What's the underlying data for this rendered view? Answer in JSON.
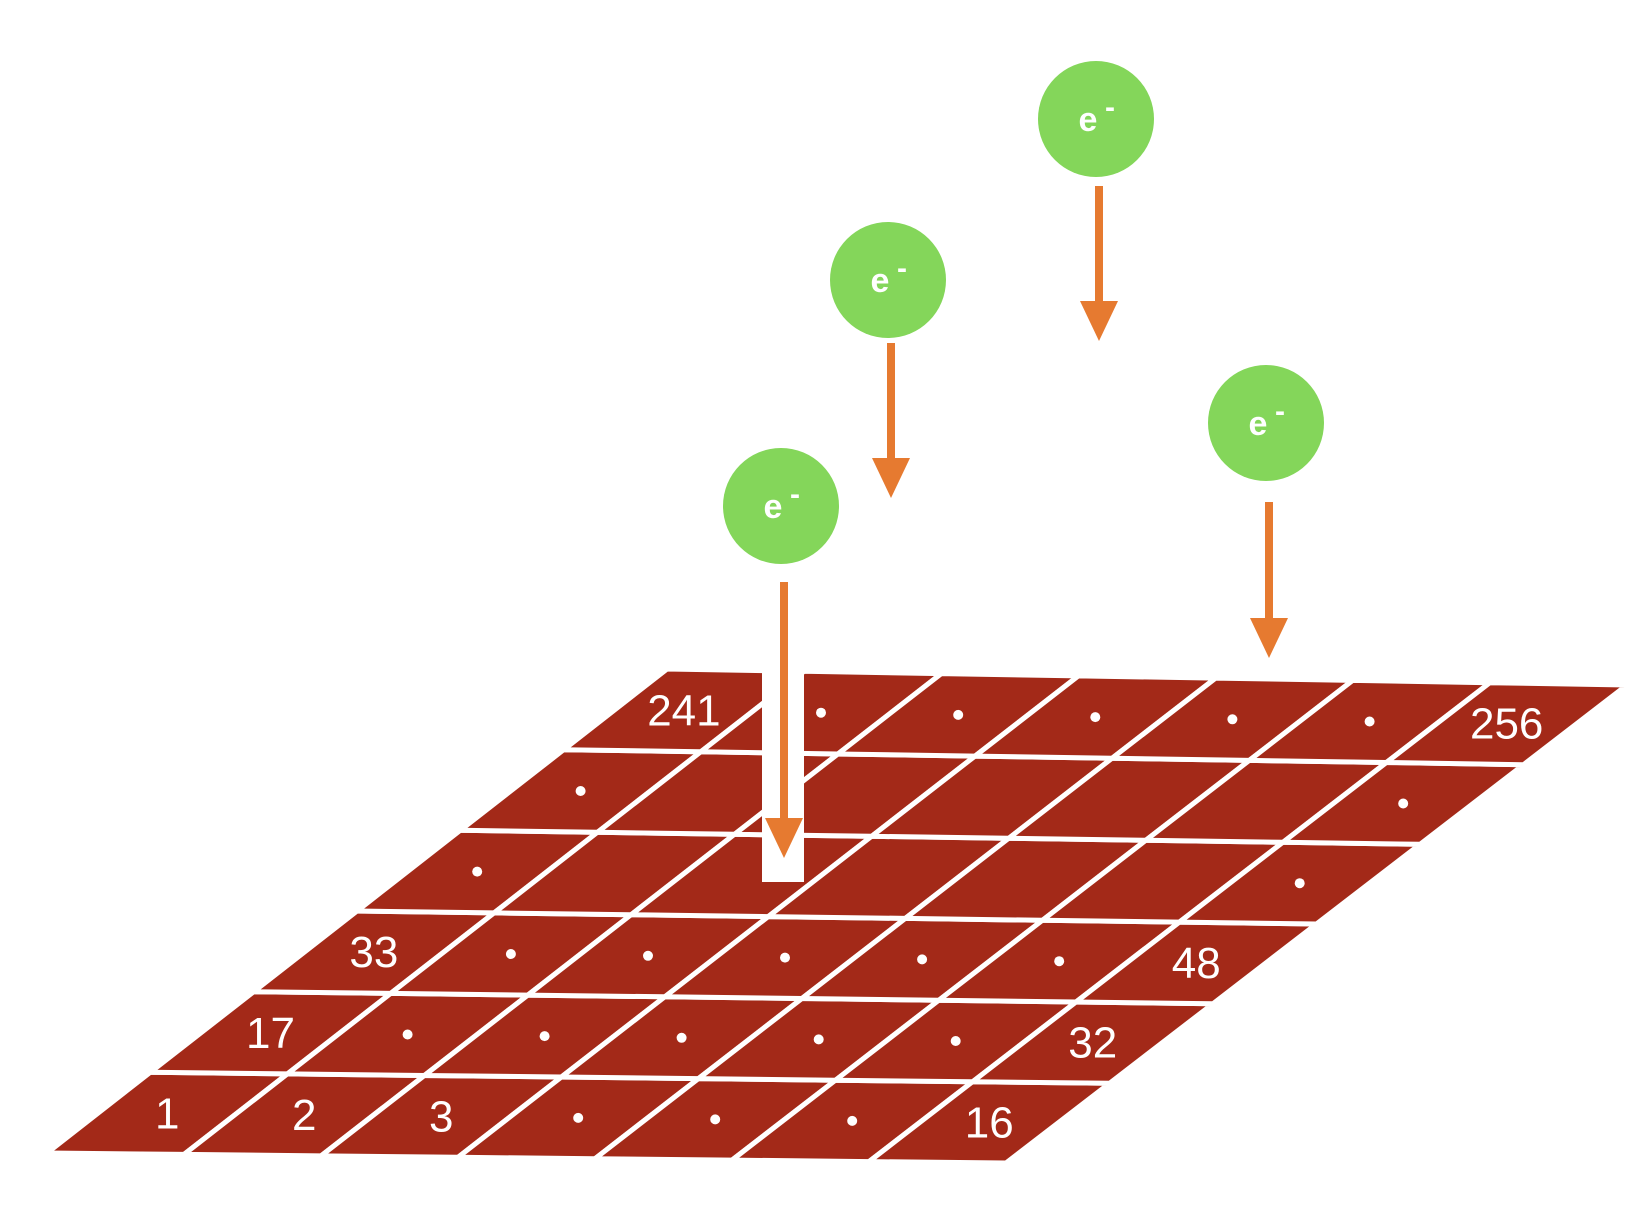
{
  "colors": {
    "grid_fill": "#a32918",
    "grid_lines": "#ffffff",
    "electron_fill": "#84d65a",
    "arrow": "#e67a30",
    "text": "#ffffff"
  },
  "grid": {
    "rows": 6,
    "cols": 7,
    "labeled_cells": [
      {
        "row": 0,
        "col": 0,
        "text": "1"
      },
      {
        "row": 0,
        "col": 1,
        "text": "2"
      },
      {
        "row": 0,
        "col": 2,
        "text": "3"
      },
      {
        "row": 0,
        "col": 6,
        "text": "16"
      },
      {
        "row": 1,
        "col": 0,
        "text": "17"
      },
      {
        "row": 1,
        "col": 6,
        "text": "32"
      },
      {
        "row": 2,
        "col": 0,
        "text": "33"
      },
      {
        "row": 2,
        "col": 6,
        "text": "48"
      },
      {
        "row": 5,
        "col": 0,
        "text": "241"
      },
      {
        "row": 5,
        "col": 6,
        "text": "256"
      }
    ]
  },
  "electrons": [
    {
      "id": "electron-1",
      "label": "e",
      "superscript": "-"
    },
    {
      "id": "electron-2",
      "label": "e",
      "superscript": "-"
    },
    {
      "id": "electron-3",
      "label": "e",
      "superscript": "-"
    },
    {
      "id": "electron-4",
      "label": "e",
      "superscript": "-"
    }
  ]
}
